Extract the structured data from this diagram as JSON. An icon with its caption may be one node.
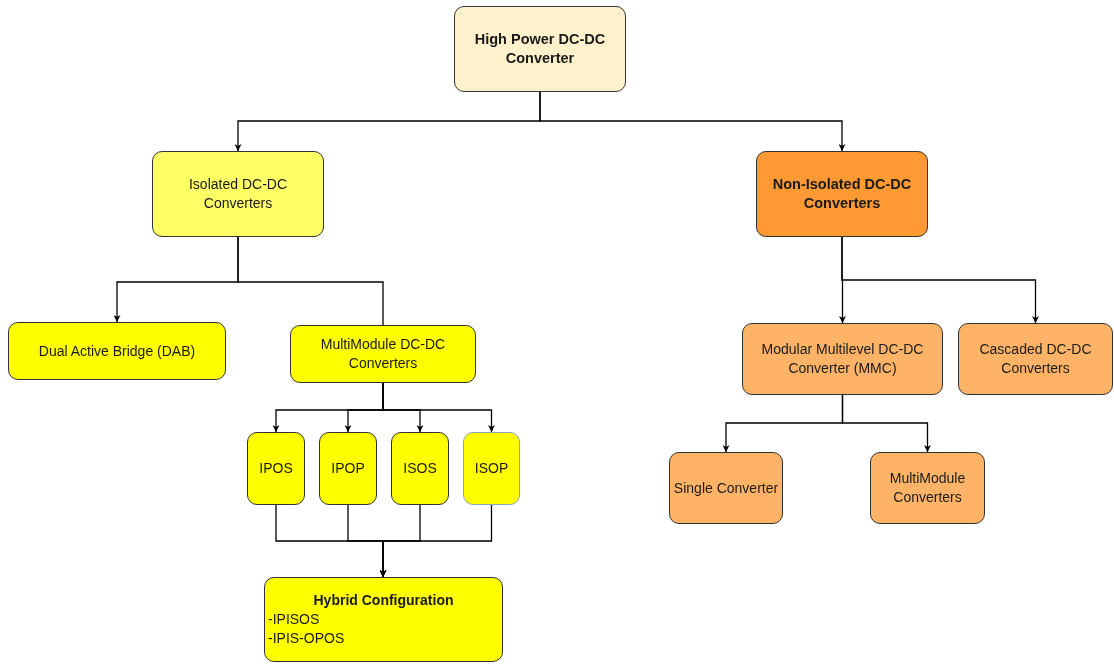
{
  "diagram": {
    "nodes": [
      {
        "text": [
          "High Power DC-DC Converter"
        ]
      },
      {
        "text": [
          "Isolated DC-DC Converters"
        ]
      },
      {
        "text": [
          "Non-Isolated DC-DC Converters"
        ]
      },
      {
        "text": [
          "Dual Active Bridge (DAB)"
        ]
      },
      {
        "text": [
          "MultiModule DC-DC Converters"
        ]
      },
      {
        "text": [
          "IPOS"
        ]
      },
      {
        "text": [
          "IPOP"
        ]
      },
      {
        "text": [
          "ISOS"
        ]
      },
      {
        "text": [
          "ISOP"
        ]
      },
      {
        "text": [
          "Hybrid Configuration",
          "-IPISOS",
          "-IPIS-OPOS"
        ]
      },
      {
        "text": [
          "Modular Multilevel DC-DC Converter (MMC)"
        ]
      },
      {
        "text": [
          "Cascaded DC-DC Converters"
        ]
      },
      {
        "text": [
          "Single Converter"
        ]
      },
      {
        "text": [
          "MultiModule Converters"
        ]
      }
    ],
    "edges": [
      {
        "from": 0,
        "to": 1,
        "arrow": "to"
      },
      {
        "from": 0,
        "to": 2,
        "arrow": "to"
      },
      {
        "from": 1,
        "to": 3,
        "arrow": "to"
      },
      {
        "from": 1,
        "to": 4,
        "arrow": "none"
      },
      {
        "from": 4,
        "to": 5,
        "arrow": "to"
      },
      {
        "from": 4,
        "to": 6,
        "arrow": "to"
      },
      {
        "from": 4,
        "to": 7,
        "arrow": "to"
      },
      {
        "from": 4,
        "to": 8,
        "arrow": "to"
      },
      {
        "from": 5,
        "to": 9,
        "arrow": "to"
      },
      {
        "from": 6,
        "to": 9,
        "arrow": "to"
      },
      {
        "from": 7,
        "to": 9,
        "arrow": "to"
      },
      {
        "from": 8,
        "to": 9,
        "arrow": "to"
      },
      {
        "from": 2,
        "to": 10,
        "arrow": "to"
      },
      {
        "from": 2,
        "to": 11,
        "arrow": "to"
      },
      {
        "from": 10,
        "to": 12,
        "arrow": "to"
      },
      {
        "from": 10,
        "to": 13,
        "arrow": "to"
      }
    ]
  }
}
